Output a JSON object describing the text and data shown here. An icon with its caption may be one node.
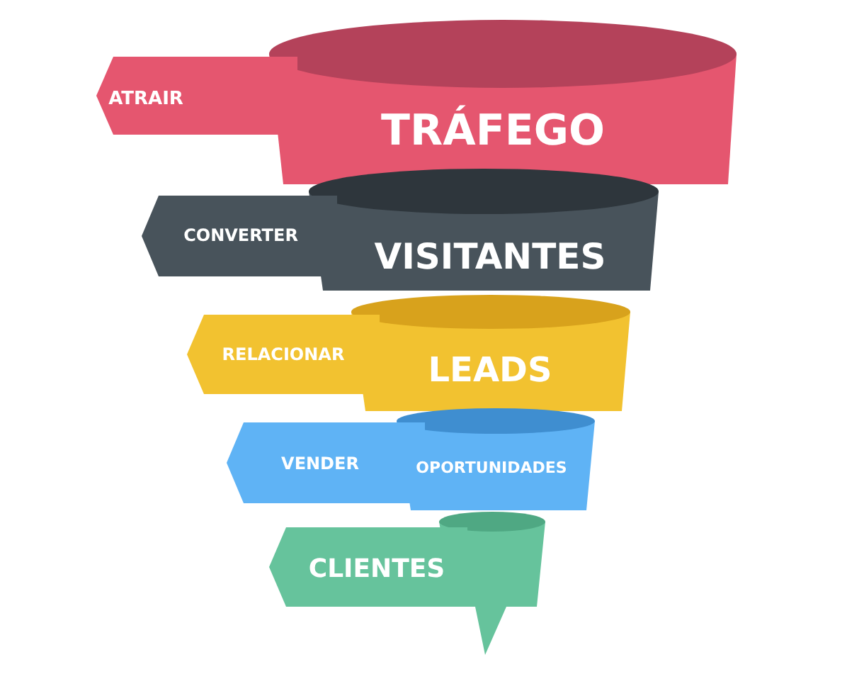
{
  "diagram": {
    "nodes": [
      {
        "text": [
          "ATRAIR",
          "TRÁFEGO"
        ]
      },
      {
        "text": [
          "CONVERTER",
          "VISITANTES"
        ]
      },
      {
        "text": [
          "RELACIONAR",
          "LEADS"
        ]
      },
      {
        "text": [
          "VENDER",
          "OPORTUNIDADES"
        ]
      },
      {
        "text": [
          "CLIENTES"
        ]
      }
    ]
  }
}
